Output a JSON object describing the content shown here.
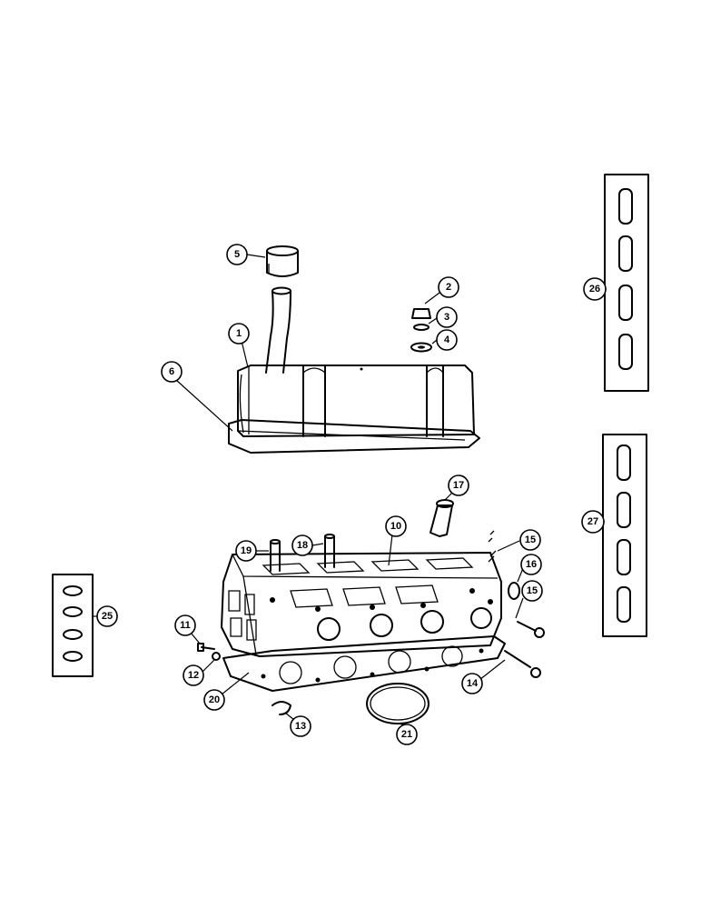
{
  "diagram": {
    "callouts": {
      "c1": "1",
      "c2": "2",
      "c3": "3",
      "c4": "4",
      "c5": "5",
      "c6": "6",
      "c10": "10",
      "c11": "11",
      "c12": "12",
      "c13": "13",
      "c14": "14",
      "c15a": "15",
      "c15b": "15",
      "c16": "16",
      "c17": "17",
      "c18": "18",
      "c19": "19",
      "c20": "20",
      "c21": "21",
      "c25": "25",
      "c26": "26",
      "c27": "27"
    }
  }
}
